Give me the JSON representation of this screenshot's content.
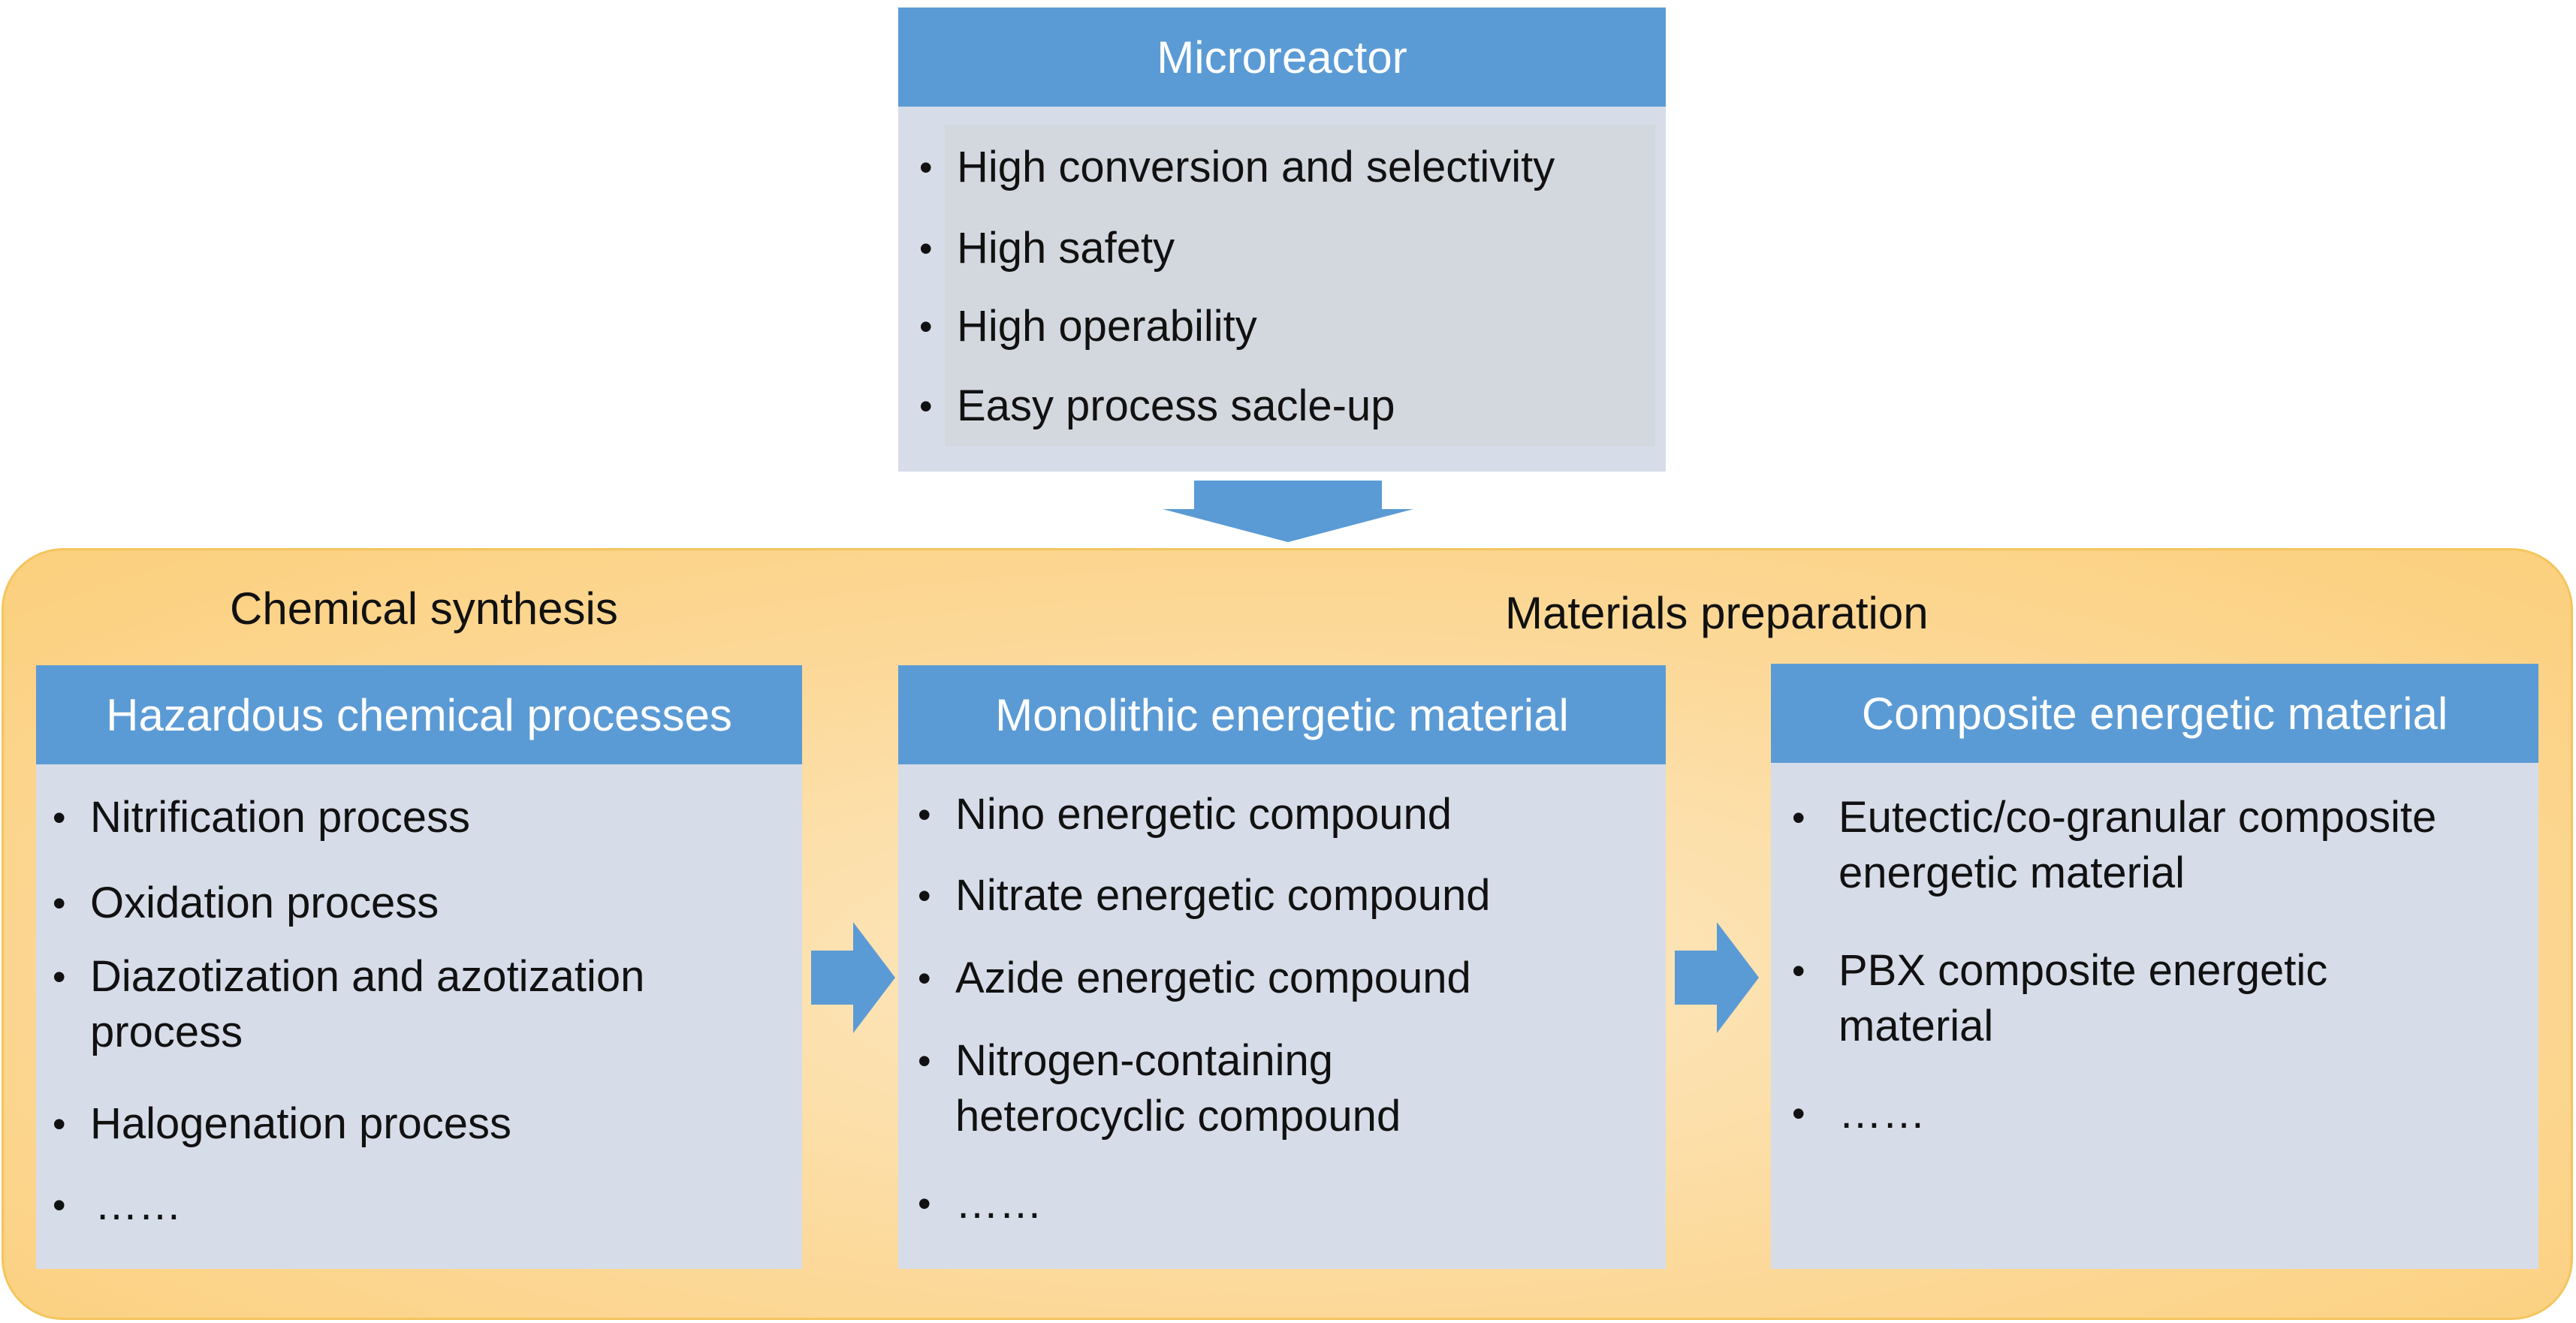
{
  "microreactor": {
    "title": "Microreactor",
    "items": [
      "High conversion and selectivity",
      "High safety",
      "High operability",
      "Easy process sacle-up"
    ]
  },
  "container": {
    "left_label": "Chemical synthesis",
    "right_label": "Materials preparation"
  },
  "hazardous": {
    "title": "Hazardous chemical processes",
    "items": [
      [
        "Nitrification process"
      ],
      [
        "Oxidation process"
      ],
      [
        "Diazotization and azotization",
        "process"
      ],
      [
        "Halogenation process"
      ],
      [
        "……"
      ]
    ]
  },
  "monolithic": {
    "title": "Monolithic energetic material",
    "items": [
      [
        "Nino energetic compound"
      ],
      [
        "Nitrate energetic compound"
      ],
      [
        "Azide energetic compound"
      ],
      [
        "Nitrogen-containing",
        "heterocyclic compound"
      ],
      [
        "……"
      ]
    ]
  },
  "composite": {
    "title": "Composite energetic material",
    "items": [
      [
        "Eutectic/co-granular composite",
        "energetic material"
      ],
      [
        "PBX composite energetic",
        "material"
      ],
      [
        "……"
      ]
    ]
  },
  "colors": {
    "header_blue": "#5b9bd5",
    "panel_gray": "#d6dde8",
    "container_orange": "#fcd68f",
    "arrow_blue": "#5b9bd5"
  }
}
